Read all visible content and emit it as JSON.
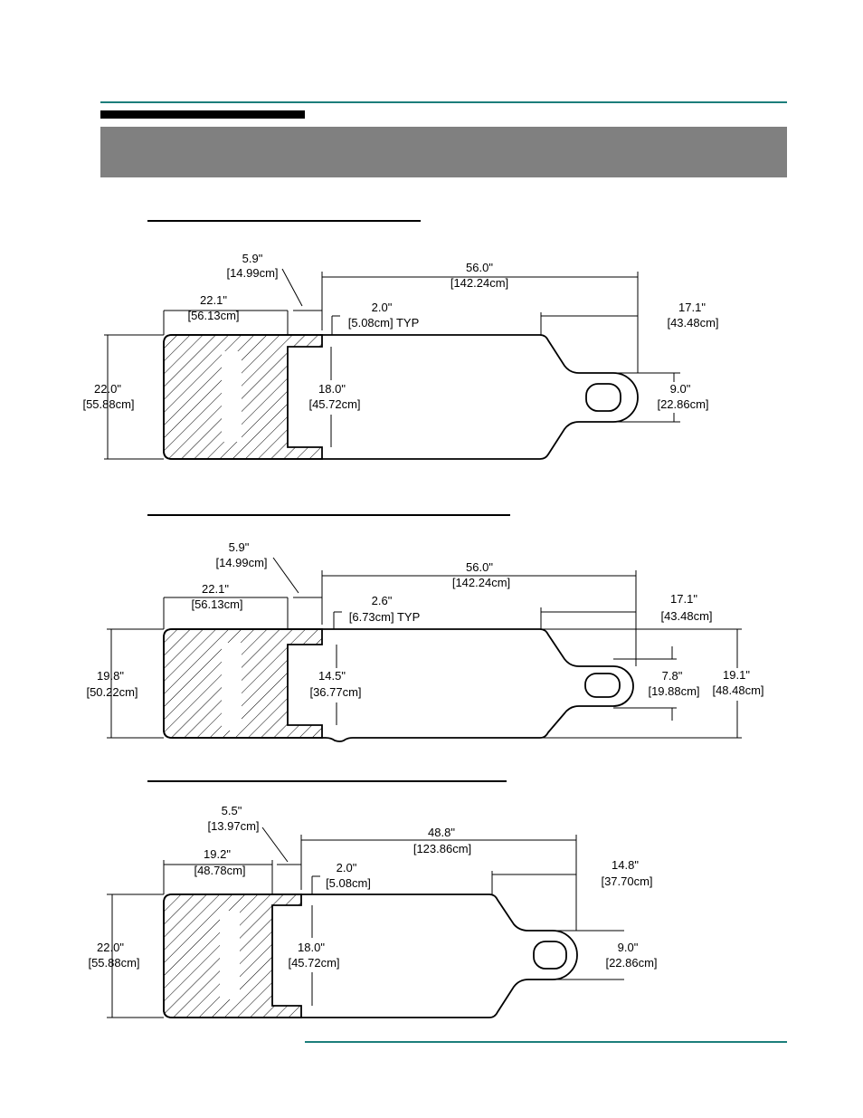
{
  "colors": {
    "rule": "#1c7e7b",
    "band": "#808080",
    "ink": "#000000"
  },
  "drawings": [
    {
      "labels": {
        "cut_width_in": "5.9\"",
        "cut_width_cm": "[14.99cm]",
        "total_len_in": "56.0\"",
        "total_len_cm": "[142.24cm]",
        "hatch_len_in": "22.1\"",
        "hatch_len_cm": "[56.13cm]",
        "lip_in": "2.0\"",
        "lip_cm": "[5.08cm] TYP",
        "tail_len_in": "17.1\"",
        "tail_len_cm": "[43.48cm]",
        "height_in": "22.0\"",
        "height_cm": "[55.88cm]",
        "inner_h_in": "18.0\"",
        "inner_h_cm": "[45.72cm]",
        "tab_h_in": "9.0\"",
        "tab_h_cm": "[22.86cm]"
      }
    },
    {
      "labels": {
        "cut_width_in": "5.9\"",
        "cut_width_cm": "[14.99cm]",
        "total_len_in": "56.0\"",
        "total_len_cm": "[142.24cm]",
        "hatch_len_in": "22.1\"",
        "hatch_len_cm": "[56.13cm]",
        "lip_in": "2.6\"",
        "lip_cm": "[6.73cm] TYP",
        "tail_len_in": "17.1\"",
        "tail_len_cm": "[43.48cm]",
        "height_in": "19.8\"",
        "height_cm": "[50.22cm]",
        "inner_h_in": "14.5\"",
        "inner_h_cm": "[36.77cm]",
        "tab_h_in": "7.8\"",
        "tab_h_cm": "[19.88cm]",
        "right_h_in": "19.1\"",
        "right_h_cm": "[48.48cm]"
      }
    },
    {
      "labels": {
        "cut_width_in": "5.5\"",
        "cut_width_cm": "[13.97cm]",
        "total_len_in": "48.8\"",
        "total_len_cm": "[123.86cm]",
        "hatch_len_in": "19.2\"",
        "hatch_len_cm": "[48.78cm]",
        "lip_in": "2.0\"",
        "lip_cm": "[5.08cm]",
        "tail_len_in": "14.8\"",
        "tail_len_cm": "[37.70cm]",
        "height_in": "22.0\"",
        "height_cm": "[55.88cm]",
        "inner_h_in": "18.0\"",
        "inner_h_cm": "[45.72cm]",
        "tab_h_in": "9.0\"",
        "tab_h_cm": "[22.86cm]"
      }
    }
  ]
}
